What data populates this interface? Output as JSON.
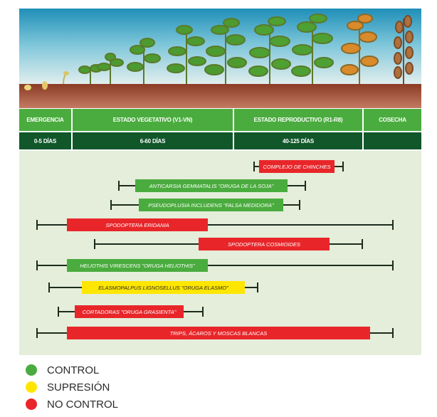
{
  "stages": [
    {
      "name": "EMERGENCIA",
      "days": "0-5 DÍAS"
    },
    {
      "name": "ESTADO VEGETATIVO (V1-Vn)",
      "days": "6-60 DÍAS"
    },
    {
      "name": "ESTADO REPRODUCTIVO (R1-R8)",
      "days": "40-125 DÍAS"
    },
    {
      "name": "COSECHA",
      "days": ""
    }
  ],
  "colors": {
    "control": "#4aac3e",
    "supresion": "#ffe600",
    "no_control": "#e8262a"
  },
  "pests": [
    {
      "label": "COMPLEJO DE CHINCHES",
      "status": "no_control"
    },
    {
      "label": "ANTICARSIA GEMMATALIS \"ORUGA DE LA SOJA\"",
      "status": "control"
    },
    {
      "label": "PSEUDOPLUSIA INCLUDENS \"FALSA MEDIDORA\"",
      "status": "control"
    },
    {
      "label": "SPODOPTERA ERIDANIA",
      "status": "no_control"
    },
    {
      "label": "SPODOPTERA COSMIOIDES",
      "status": "no_control"
    },
    {
      "label": "HELIOTHIS VIRESCENS \"ORUGA HELIOTHIS\"",
      "status": "control"
    },
    {
      "label": "ELASMOPALPUS LIGNOSELLUS \"ORUGA ELASMO\"",
      "status": "supresion"
    },
    {
      "label": "CORTADORAS \"ORUGA GRASIENTA\"",
      "status": "no_control"
    },
    {
      "label": "TRIPS, ÁCAROS Y MOSCAS BLANCAS",
      "status": "no_control"
    }
  ],
  "legend": [
    {
      "label": "CONTROL",
      "status": "control"
    },
    {
      "label": "SUPRESIÓN",
      "status": "supresion"
    },
    {
      "label": "NO CONTROL",
      "status": "no_control"
    }
  ]
}
